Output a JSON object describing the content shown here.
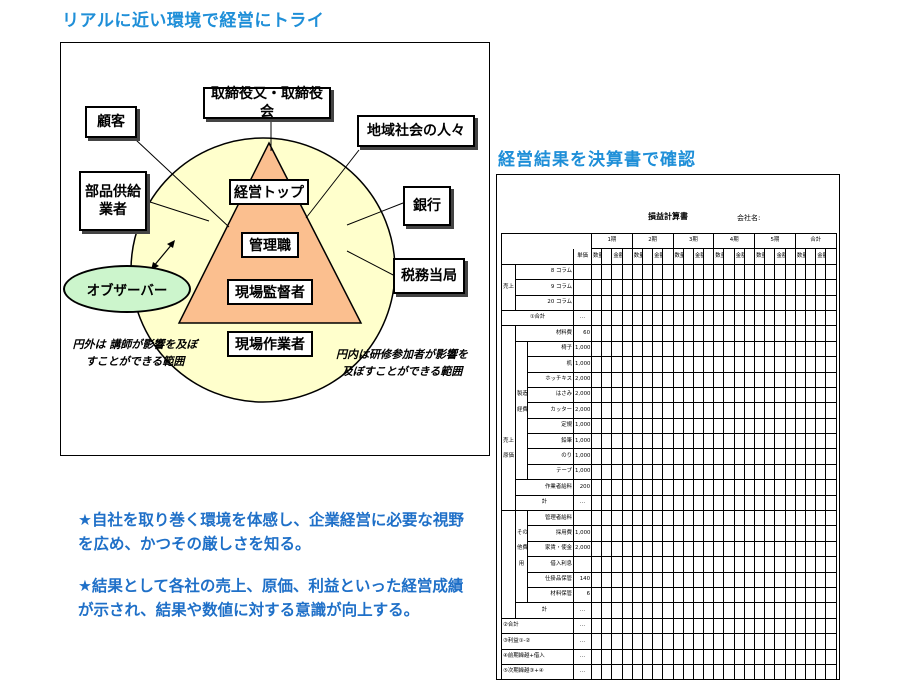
{
  "header": {
    "title": "リアルに近い環境で経営にトライ",
    "right_title": "経営結果を決算書で確認"
  },
  "diagram": {
    "stakeholders": {
      "board": "取締役又・取締役会",
      "customer": "顧客",
      "community": "地域社会の人々",
      "supplier_line1": "部品供給",
      "supplier_line2": "業者",
      "bank": "銀行",
      "tax_office": "税務当局",
      "observer": "オブザーバー"
    },
    "hierarchy": {
      "top": "経営トップ",
      "manager": "管理職",
      "supervisor": "現場監督者",
      "worker": "現場作業者"
    },
    "notes": {
      "outside_line1": "円外は 講師が影響を及ぼ",
      "outside_line2": "すことができる範囲",
      "inside_line1": "円内は研修参加者が影響を",
      "inside_line2": "及ぼすことができる範囲"
    },
    "colors": {
      "circle_fill": "#ffffcc",
      "triangle_fill": "#fbbf8f",
      "observer_fill": "#ccf5cc"
    }
  },
  "bullets": [
    "★自社を取り巻く環境を体感し、企業経営に必要な視野を広め、かつその厳しさを知る。",
    "★結果として各社の売上、原価、利益といった経営成績が示され、結果や数値に対する意識が向上する。"
  ],
  "income_statement": {
    "title": "損益計算書",
    "company_label": "会社名:",
    "header": {
      "unit_price": "単価",
      "periods": [
        "1期",
        "2期",
        "3期",
        "4期",
        "5期",
        "合計"
      ],
      "quantity": "数量",
      "amount": "金額"
    },
    "sales_label": "売上",
    "sales_items": [
      "8 コラム",
      "9 コラム",
      "20 コラム"
    ],
    "sales_total": "①合計",
    "cost_label_line1": "売上",
    "cost_label_line2": "原価",
    "material_cost": "材料費",
    "material_cost_price": "60",
    "mfg_label_line1": "製造",
    "mfg_label_line2": "経費",
    "mfg_items": [
      {
        "name": "椅子",
        "price": "1,000"
      },
      {
        "name": "机",
        "price": "1,000"
      },
      {
        "name": "ホッチキス",
        "price": "2,000"
      },
      {
        "name": "はさみ",
        "price": "2,000"
      },
      {
        "name": "カッター",
        "price": "2,000"
      },
      {
        "name": "定規",
        "price": "1,000"
      },
      {
        "name": "鉛筆",
        "price": "1,000"
      },
      {
        "name": "のり",
        "price": "1,000"
      },
      {
        "name": "テープ",
        "price": "1,000"
      }
    ],
    "labor_cost": "作業者給料",
    "labor_cost_price": "200",
    "subtotal": "計",
    "other_label_line1": "その",
    "other_label_line2": "他費",
    "other_label_line3": "用",
    "other_items": [
      {
        "name": "管理者給料",
        "price": ""
      },
      {
        "name": "採用費",
        "price": "1,000"
      },
      {
        "name": "家賃・使金",
        "price": "2,000"
      },
      {
        "name": "借入利息",
        "price": ""
      },
      {
        "name": "仕掛品保管",
        "price": "140"
      },
      {
        "name": "材料保管",
        "price": "6"
      }
    ],
    "other_subtotal": "計",
    "total2": "②合計",
    "profit": "③利益①-②",
    "carryover_prev": "④前期繰越+借入",
    "carryover_next": "⑤次期繰越③+④",
    "dots": "…"
  }
}
